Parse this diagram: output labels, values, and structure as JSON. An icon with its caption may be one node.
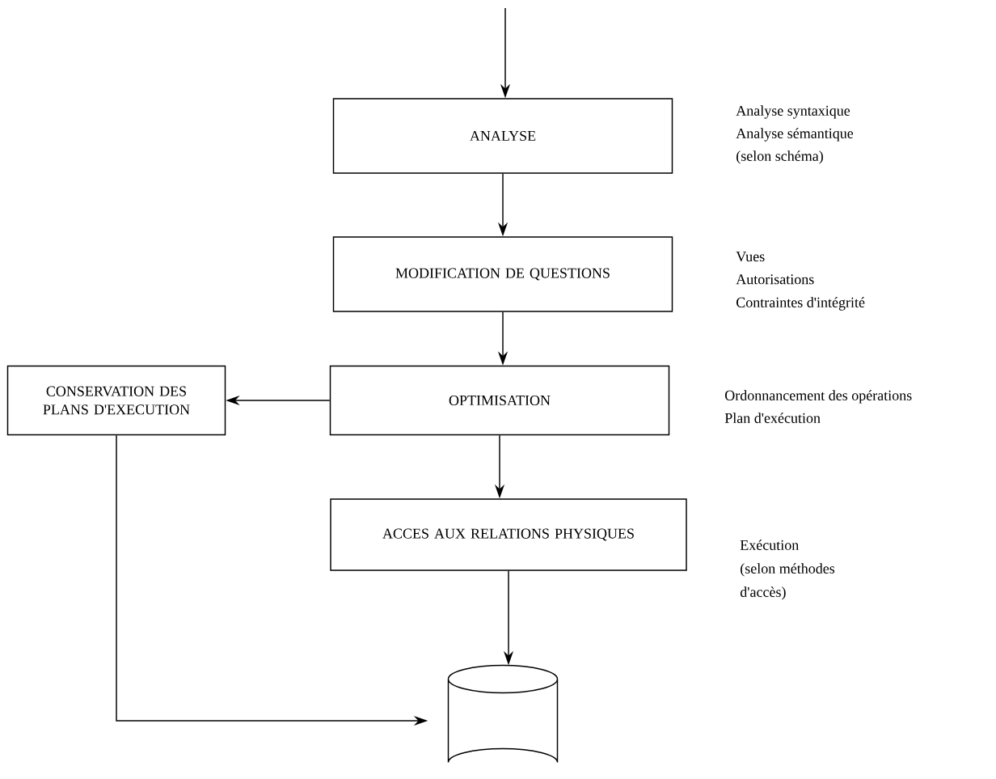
{
  "diagram": {
    "nodes": [
      {
        "text": [
          "ANALYSE"
        ],
        "beside": [
          "Analyse syntaxique",
          "Analyse sémantique",
          "(selon schéma)"
        ]
      },
      {
        "text": [
          "MODIFICATION DE QUESTIONS"
        ],
        "beside": [
          "Vues",
          "Autorisations",
          "Contraintes d'intégrité"
        ]
      },
      {
        "text": [
          "OPTIMISATION"
        ],
        "beside": [
          "Ordonnancement des opérations",
          "Plan d'exécution"
        ]
      },
      {
        "text": [
          "CONSERVATION DES PLANS D'EXECUTION"
        ]
      },
      {
        "text": [
          "ACCES AUX RELATIONS PHYSIQUES"
        ],
        "beside": [
          "Exécution",
          "(selon méthodes",
          "d'accès)"
        ]
      },
      {
        "text": [],
        "shape": "cylinder"
      }
    ],
    "edges": [
      {
        "from": null,
        "to": 0,
        "arrow": "to"
      },
      {
        "from": 0,
        "to": 1,
        "arrow": "to"
      },
      {
        "from": 1,
        "to": 2,
        "arrow": "to"
      },
      {
        "from": 2,
        "to": 3,
        "arrow": "to"
      },
      {
        "from": 2,
        "to": 4,
        "arrow": "to"
      },
      {
        "from": 4,
        "to": 5,
        "arrow": "to"
      },
      {
        "from": 3,
        "to": 5,
        "arrow": "to"
      }
    ]
  }
}
